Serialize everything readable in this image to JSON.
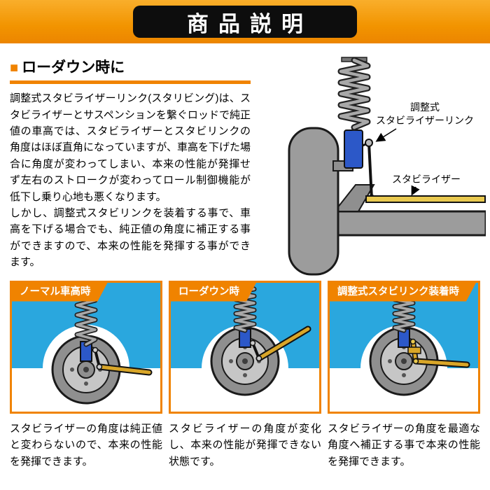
{
  "header": {
    "title": "商品説明"
  },
  "section": {
    "bullet": "■",
    "heading": "ローダウン時に",
    "paragraph1": "調整式スタビライザーリンク(スタリビング)は、スタビライザーとサスペンションを繋ぐロッドで純正値の車高では、スタビライザーとスタビリンクの角度はほぼ直角になっていますが、車高を下げた場合に角度が変わってしまい、本来の性能が発揮せず左右のストロークが変わってロール制御機能が低下し乗り心地も悪くなります。",
    "paragraph2": "しかし、調整式スタビリンクを装着する事で、車高を下げる場合でも、純正値の角度に補正する事ができますので、本来の性能を発揮する事ができます。"
  },
  "diagram": {
    "label_link": "調整式\nスタビライザーリンク",
    "label_stabilizer": "スタビライザー"
  },
  "panels": [
    {
      "title": "ノーマル車高時",
      "caption": "スタビライザーの角度は純正値と変わらないので、本来の性能を発揮できます。"
    },
    {
      "title": "ローダウン時",
      "caption": "スタビライザーの角度が変化し、本来の性能が発揮できない状態です。"
    },
    {
      "title": "調整式スタビリンク装着時",
      "caption": "スタビライザーの角度を最適な角度へ補正する事で本来の性能を発揮できます。"
    }
  ],
  "colors": {
    "accent_orange": "#F08300",
    "sky_blue": "#2AA7DE",
    "banner_top": "#F9AE2B",
    "banner_bottom": "#EC8500",
    "stabilizer_gold": "#E9C94F",
    "strut_blue": "#2C58C8",
    "title_box_black": "#0d0d0d"
  }
}
